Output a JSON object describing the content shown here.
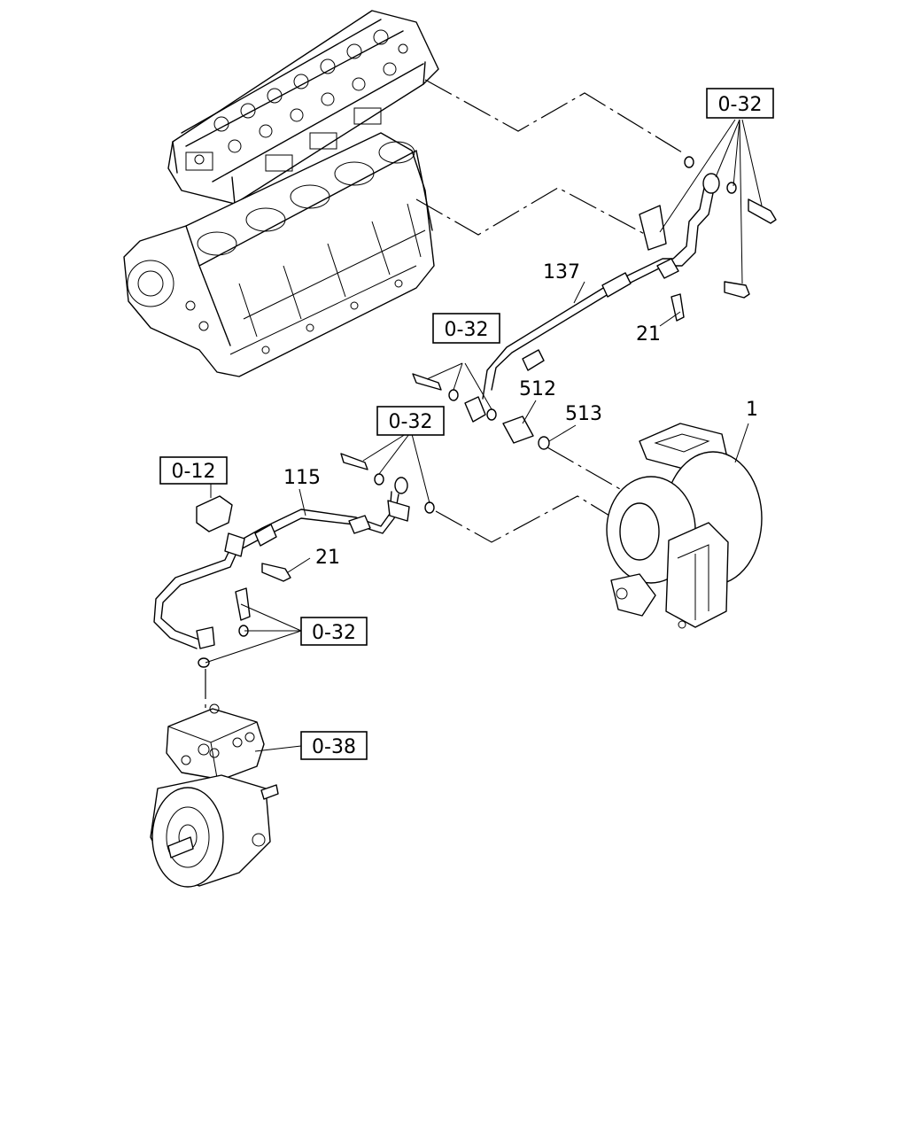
{
  "refs": {
    "r1": "0-32",
    "r2": "0-32",
    "r3": "0-32",
    "r4": "0-12",
    "r5": "0-32",
    "r6": "0-38"
  },
  "parts": {
    "p137": "137",
    "p21a": "21",
    "p512": "512",
    "p513": "513",
    "p1": "1",
    "p115": "115",
    "p21b": "21"
  }
}
